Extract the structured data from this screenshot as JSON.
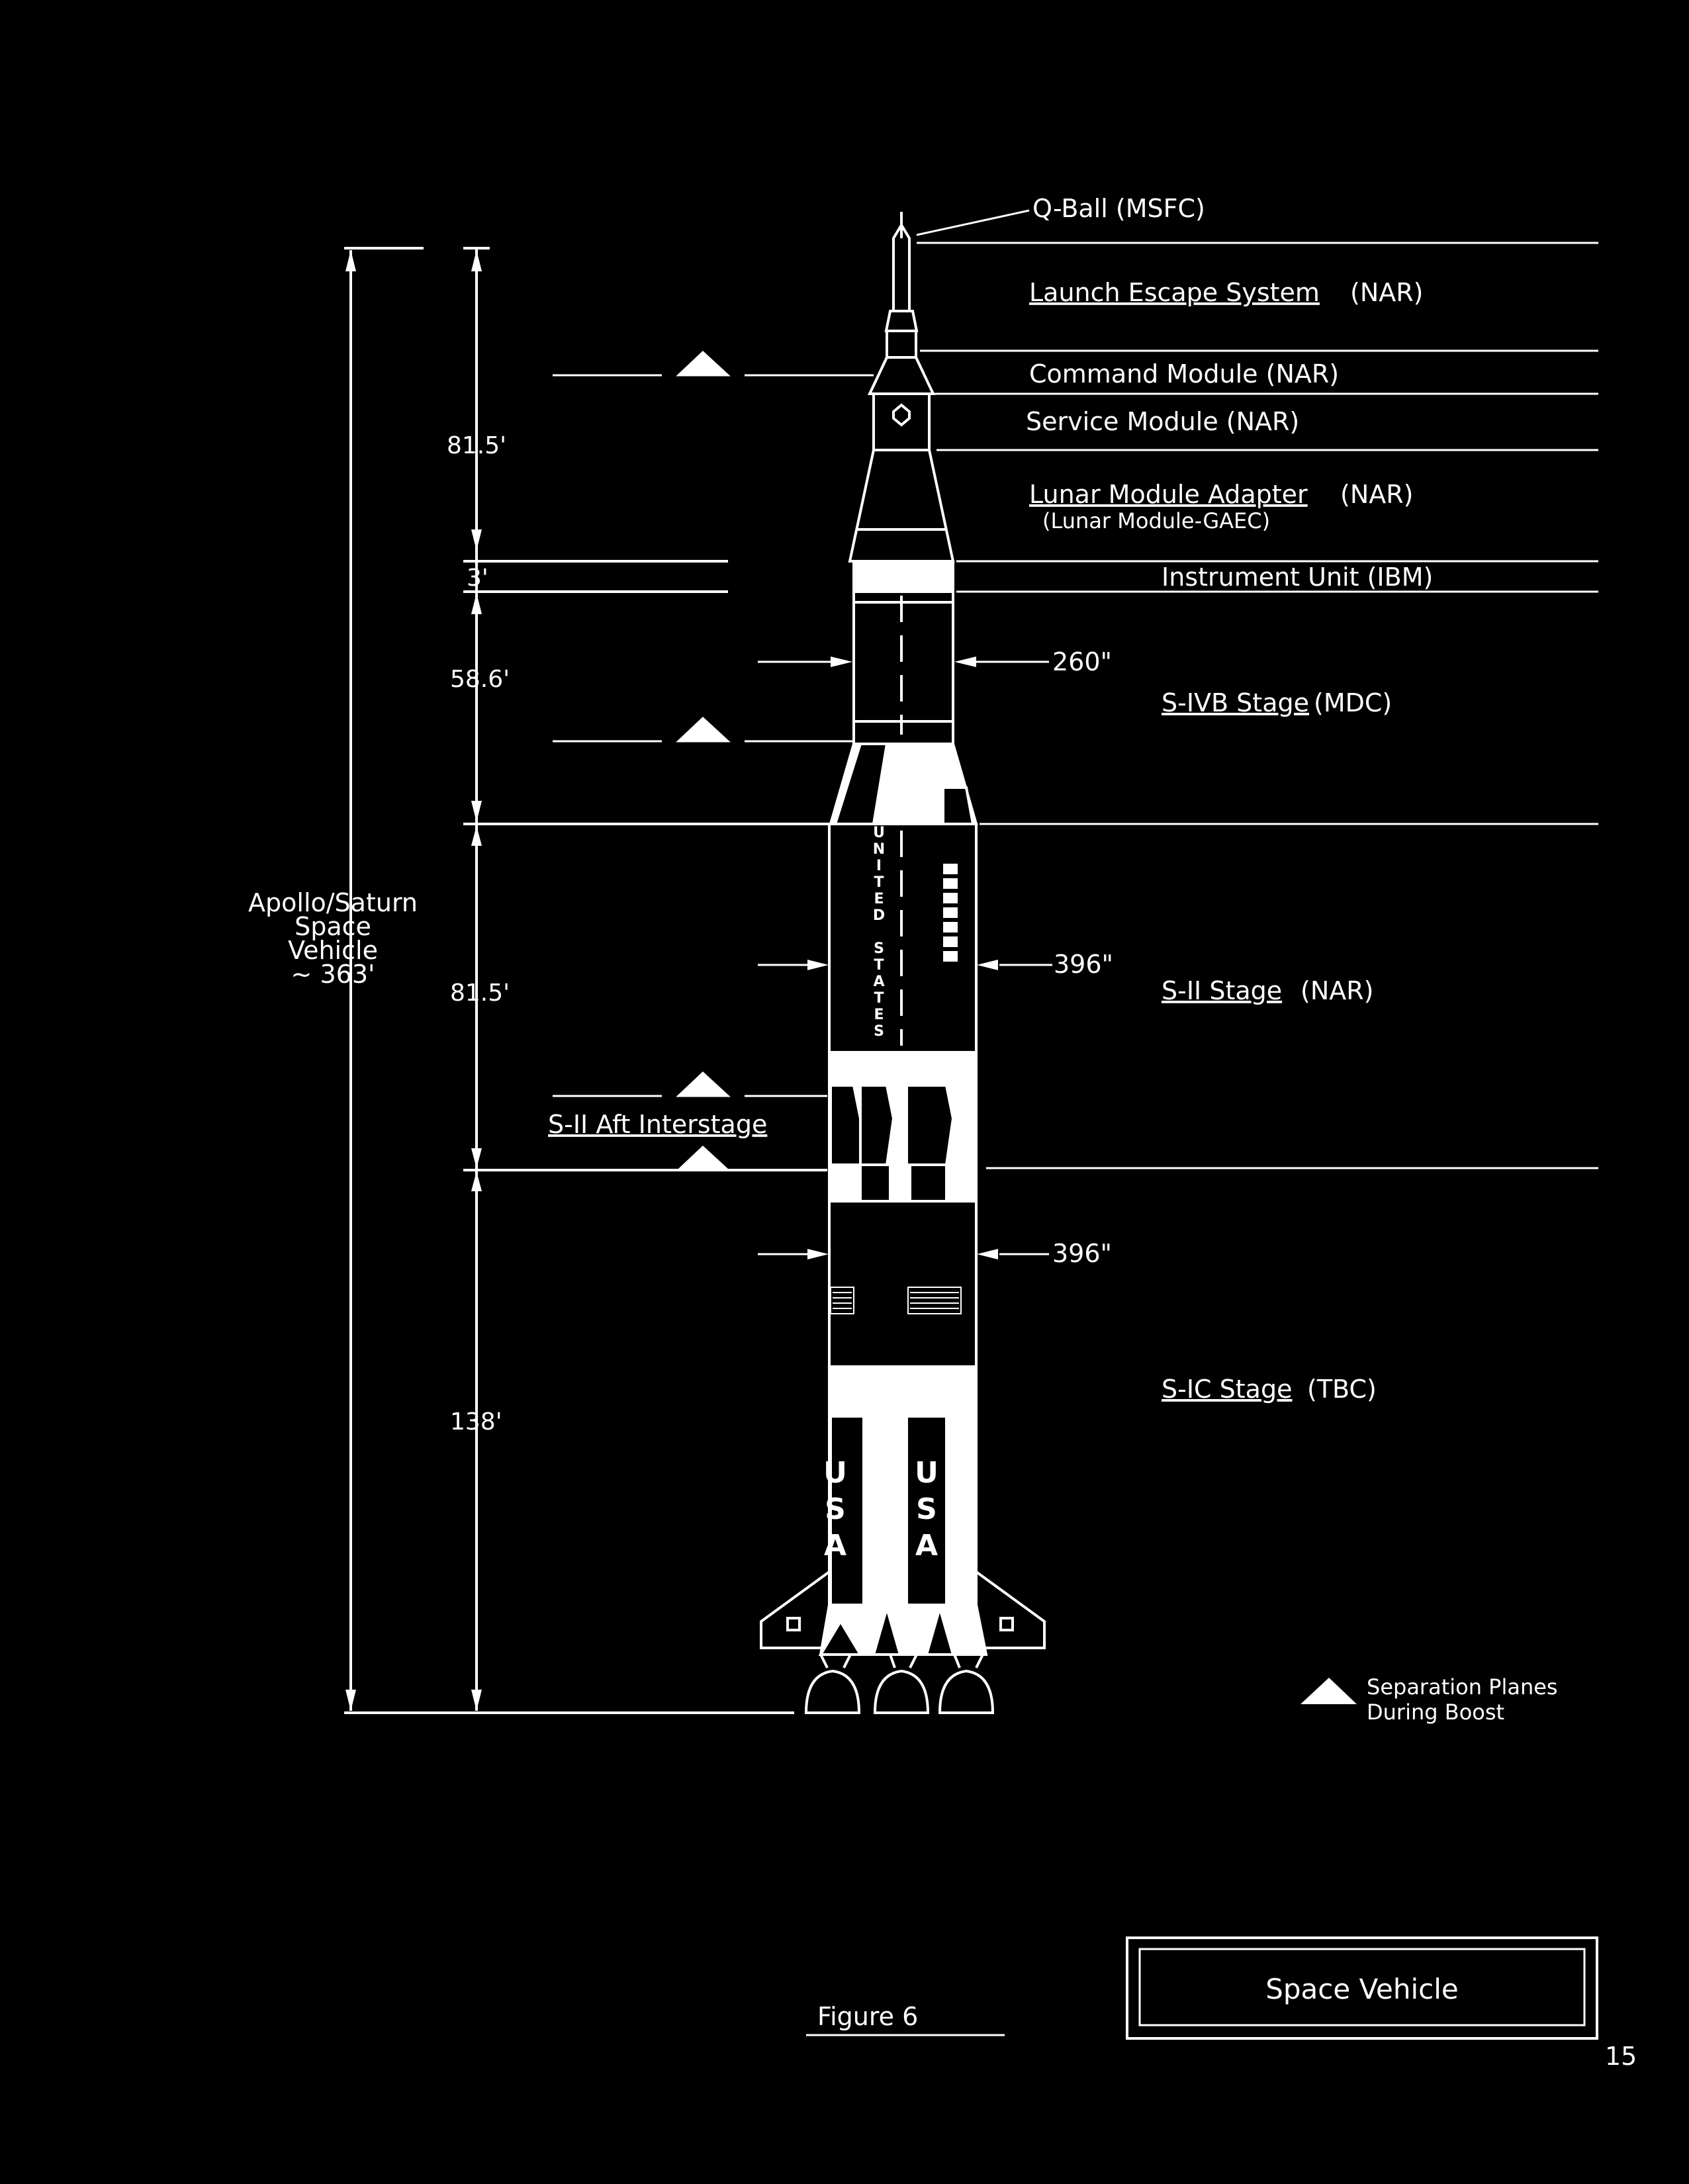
{
  "overall": {
    "line1": "Apollo/Saturn",
    "line2": "Space",
    "line3": "Vehicle",
    "line4": "~ 363'"
  },
  "dimensions": {
    "top": "81.5'",
    "iu": "3'",
    "sivb": "58.6'",
    "sii": "81.5'",
    "sic": "138'"
  },
  "components": {
    "qball": "Q-Ball (MSFC)",
    "les_name": "Launch Escape System",
    "les_org": "(NAR)",
    "cm": "Command Module (NAR)",
    "sm": "Service Module (NAR)",
    "lma_name": "Lunar Module Adapter",
    "lma_org": "(NAR)",
    "lma_sub": "(Lunar Module-GAEC)",
    "iu": "Instrument Unit (IBM)",
    "sivb_name": "S-IVB Stage",
    "sivb_org": "(MDC)",
    "sii_name": "S-II Stage",
    "sii_org": "(NAR)",
    "sic_name": "S-IC Stage",
    "sic_org": "(TBC)",
    "interstage": "S-II Aft Interstage"
  },
  "diameters": {
    "sivb": "260\"",
    "sii": "396\"",
    "sic": "396\""
  },
  "markings": {
    "united_states": [
      "U",
      "N",
      "I",
      "T",
      "E",
      "D",
      "",
      "S",
      "T",
      "A",
      "T",
      "E",
      "S"
    ],
    "usa": [
      "U",
      "S",
      "A"
    ]
  },
  "legend": {
    "line1": "Separation Planes",
    "line2": "During Boost"
  },
  "figure_label": "Figure 6",
  "title_box": "Space Vehicle",
  "page_number": "15"
}
